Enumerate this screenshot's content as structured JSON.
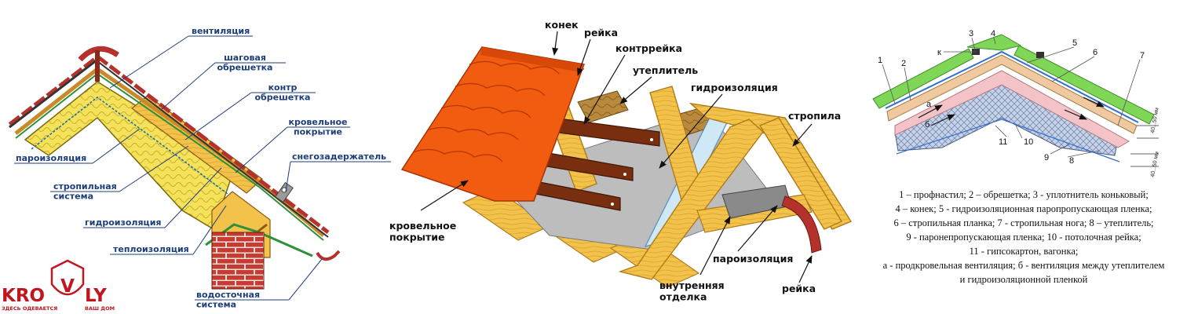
{
  "diagram1": {
    "labels": {
      "ventilation": "вентиляция",
      "batten": "шаговая обрешетка",
      "counter_batten": "контр обрешетка",
      "roofing": "кровельное покрытие",
      "vapor_barrier": "пароизоляция",
      "snow_guard": "снегозадержатель",
      "rafter_system": "стропильная система",
      "waterproofing": "гидроизоляция",
      "insulation": "теплоизоляция",
      "drainage": "водосточная система"
    },
    "logo": {
      "left": "KRO",
      "mark": "V",
      "right": "LY",
      "tag_left": "ЗДЕСЬ ОДЕВАЕТСЯ",
      "tag_right": "ВАШ ДОМ"
    }
  },
  "diagram2": {
    "labels": {
      "ridge": "конек",
      "batten": "рейка",
      "counter_batten": "контррейка",
      "insulation": "утеплитель",
      "waterproofing": "гидроизоляция",
      "rafters": "стропила",
      "roofing": "кровельное покрытие",
      "vapor_barrier": "пароизоляция",
      "interior_finish": "внутренняя отделка",
      "batten_bottom": "рейка"
    }
  },
  "diagram3": {
    "numbers": [
      "1",
      "2",
      "3",
      "4",
      "к",
      "5",
      "6",
      "7",
      "11",
      "10",
      "9",
      "8",
      "а",
      "б"
    ],
    "dims": [
      "40...50 мм",
      "40...50 мм"
    ],
    "legend": [
      "1 – профнастил; 2 – обрешетка; 3 - уплотнитель коньковый;",
      "4 – конек; 5 - гидроизоляционная паропропускающая пленка;",
      "6 – стропильная планка; 7 - стропильная нога; 8 – утеплитель;",
      "9 - паронепропускающая пленка; 10 - потолочная рейка;",
      "11 - гипсокартон, вагонка;",
      "а - продкровельная вентиляция; б - вентиляция между утеплителем",
      "и гидроизоляционной пленкой"
    ]
  },
  "colors": {
    "label_blue": "#1d3d7a",
    "brand_red": "#c0161f",
    "tile_orange": "#f25c10",
    "wood": "#f2c24a",
    "insulation_yellow": "#f5e25a",
    "profile_green": "#7fd657"
  }
}
